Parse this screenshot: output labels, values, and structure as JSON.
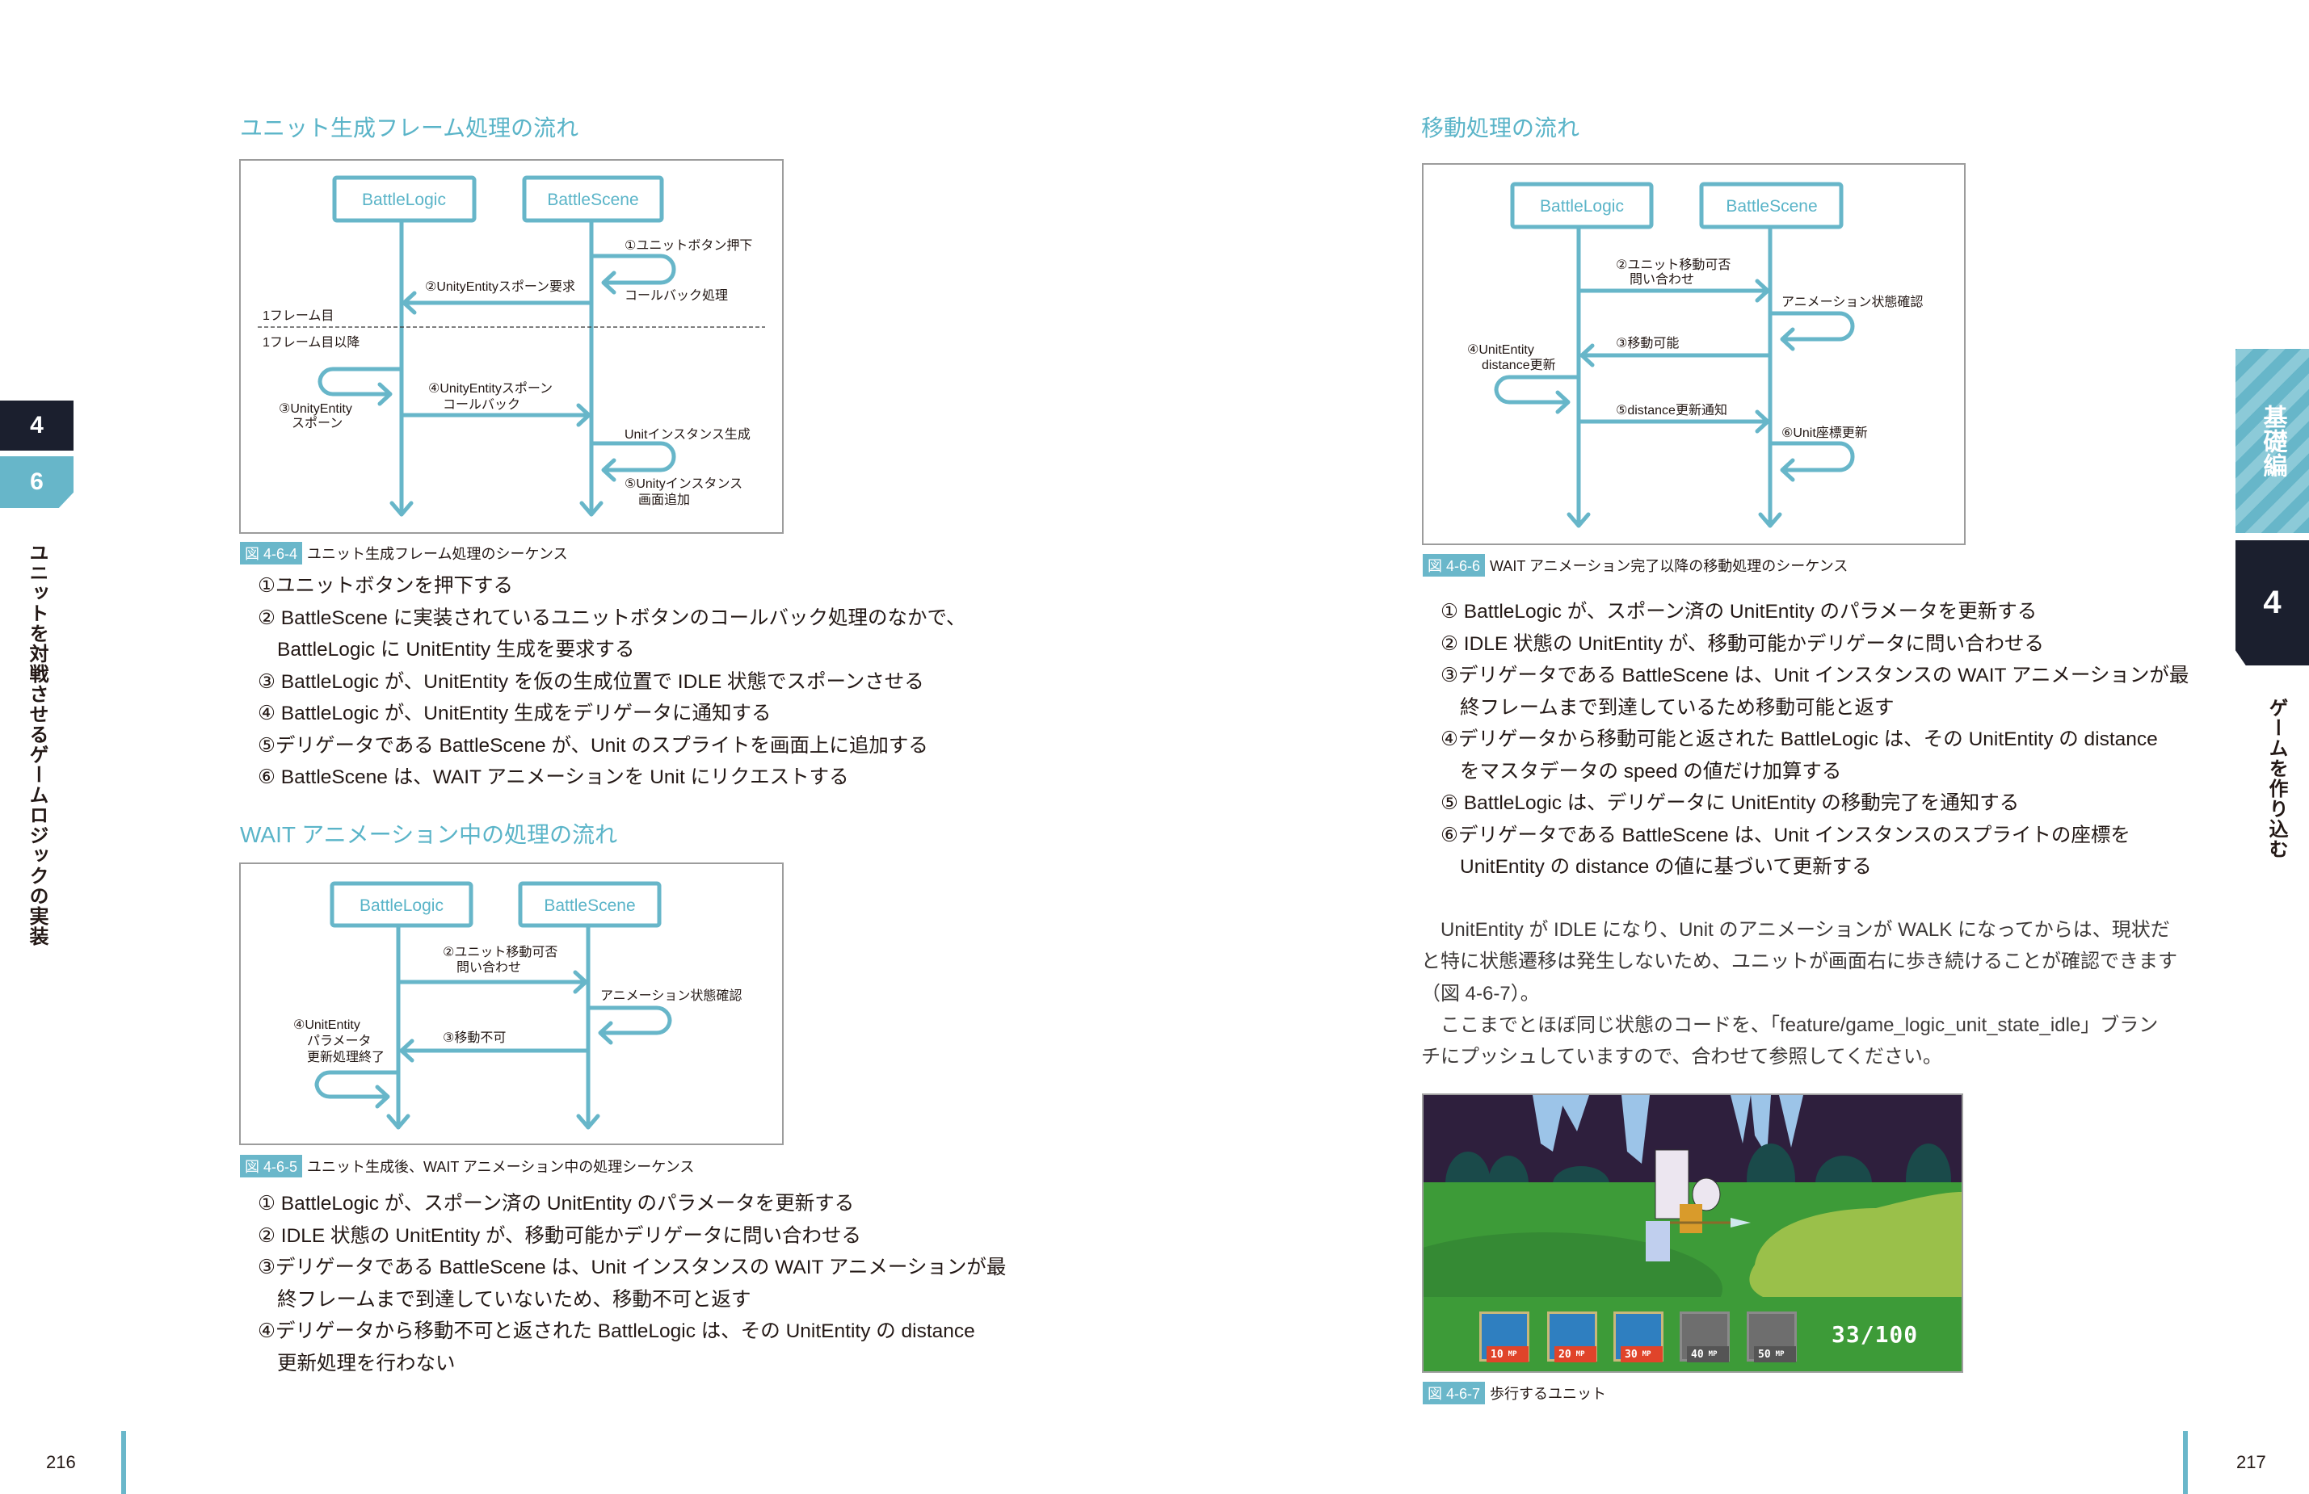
{
  "left_page": {
    "page_number": "216",
    "tabs": {
      "chapter": "4",
      "section": "6",
      "section_title": "ユニットを対戦させるゲームロジックの実装"
    },
    "section1": {
      "heading": "ユニット生成フレーム処理の流れ",
      "figure": {
        "tag": "図 4-6-4",
        "caption": "ユニット生成フレーム処理のシーケンス",
        "actor_left": "BattleLogic",
        "actor_right": "BattleScene",
        "msg1": "①ユニットボタン押下",
        "msg1b": "コールバック処理",
        "msg2": "②UnityEntityスポーン要求",
        "frame1": "1フレーム目",
        "frame2": "1フレーム目以降",
        "msg3a": "③UnityEntity",
        "msg3b": "スポーン",
        "msg4a": "④UnityEntityスポーン",
        "msg4b": "コールバック",
        "msg5pre": "Unitインスタンス生成",
        "msg5a": "⑤Unityインスタンス",
        "msg5b": "画面追加"
      },
      "steps": [
        [
          "①ユニットボタンを押下する"
        ],
        [
          "② BattleScene に実装されているユニットボタンのコールバック処理のなかで、",
          "BattleLogic に UnitEntity 生成を要求する"
        ],
        [
          "③ BattleLogic が、UnitEntity を仮の生成位置で IDLE 状態でスポーンさせる"
        ],
        [
          "④ BattleLogic が、UnitEntity 生成をデリゲータに通知する"
        ],
        [
          "⑤デリゲータである BattleScene が、Unit のスプライトを画面上に追加する"
        ],
        [
          "⑥ BattleScene は、WAIT アニメーションを Unit にリクエストする"
        ]
      ]
    },
    "section2": {
      "heading": "WAIT アニメーション中の処理の流れ",
      "figure": {
        "tag": "図 4-6-5",
        "caption": "ユニット生成後、WAIT アニメーション中の処理シーケンス",
        "actor_left": "BattleLogic",
        "actor_right": "BattleScene",
        "msg2a": "②ユニット移動可否",
        "msg2b": "問い合わせ",
        "anim": "アニメーション状態確認",
        "msg3": "③移動不可",
        "msg4a": "④UnitEntity",
        "msg4b": "パラメータ",
        "msg4c": "更新処理終了"
      },
      "steps": [
        [
          "① BattleLogic が、スポーン済の UnitEntity のパラメータを更新する"
        ],
        [
          "② IDLE 状態の UnitEntity が、移動可能かデリゲータに問い合わせる"
        ],
        [
          "③デリゲータである BattleScene は、Unit インスタンスの WAIT アニメーションが最",
          "終フレームまで到達していないため、移動不可と返す"
        ],
        [
          "④デリゲータから移動不可と返された BattleLogic は、その UnitEntity の distance",
          "更新処理を行わない"
        ]
      ]
    }
  },
  "right_page": {
    "page_number": "217",
    "tabs": {
      "part": "基礎編",
      "chapter": "4",
      "chapter_title": "ゲームを作り込む"
    },
    "section3": {
      "heading": "移動処理の流れ",
      "figure": {
        "tag": "図 4-6-6",
        "caption": "WAIT アニメーション完了以降の移動処理のシーケンス",
        "actor_left": "BattleLogic",
        "actor_right": "BattleScene",
        "msg2a": "②ユニット移動可否",
        "msg2b": "問い合わせ",
        "anim": "アニメーション状態確認",
        "msg3": "③移動可能",
        "msg4a": "④UnitEntity",
        "msg4b": "distance更新",
        "msg5": "⑤distance更新通知",
        "msg6": "⑥Unit座標更新"
      },
      "steps": [
        [
          "① BattleLogic が、スポーン済の UnitEntity のパラメータを更新する"
        ],
        [
          "② IDLE 状態の UnitEntity が、移動可能かデリゲータに問い合わせる"
        ],
        [
          "③デリゲータである BattleScene は、Unit インスタンスの WAIT アニメーションが最",
          "終フレームまで到達しているため移動可能と返す"
        ],
        [
          "④デリゲータから移動可能と返された BattleLogic は、その UnitEntity の distance",
          "をマスタデータの speed の値だけ加算する"
        ],
        [
          "⑤ BattleLogic は、デリゲータに UnitEntity の移動完了を通知する"
        ],
        [
          "⑥デリゲータである BattleScene は、Unit インスタンスのスプライトの座標を",
          "UnitEntity の distance の値に基づいて更新する"
        ]
      ],
      "paragraph_lines": [
        "　UnitEntity が IDLE になり、Unit のアニメーションが WALK になってからは、現状だ",
        "と特に状態遷移は発生しないため、ユニットが画面右に歩き続けることが確認できます",
        "（図 4-6-7）。",
        "　ここまでとほぼ同じ状態のコードを、「feature/game_logic_unit_state_idle」ブラン",
        "チにプッシュしていますので、合わせて参照してください。"
      ]
    },
    "game_figure": {
      "tag": "図 4-6-7",
      "caption": "歩行するユニット",
      "cost_counter": "33/100",
      "cards": [
        {
          "cost": "10",
          "unit": "MP",
          "enabled": true
        },
        {
          "cost": "20",
          "unit": "MP",
          "enabled": true
        },
        {
          "cost": "30",
          "unit": "MP",
          "enabled": true
        },
        {
          "cost": "40",
          "unit": "MP",
          "enabled": false
        },
        {
          "cost": "50",
          "unit": "MP",
          "enabled": false
        }
      ]
    }
  },
  "colors": {
    "accent": "#5ab4c8",
    "dark_tab": "#1b1f2e",
    "line": "#67b6c9"
  }
}
